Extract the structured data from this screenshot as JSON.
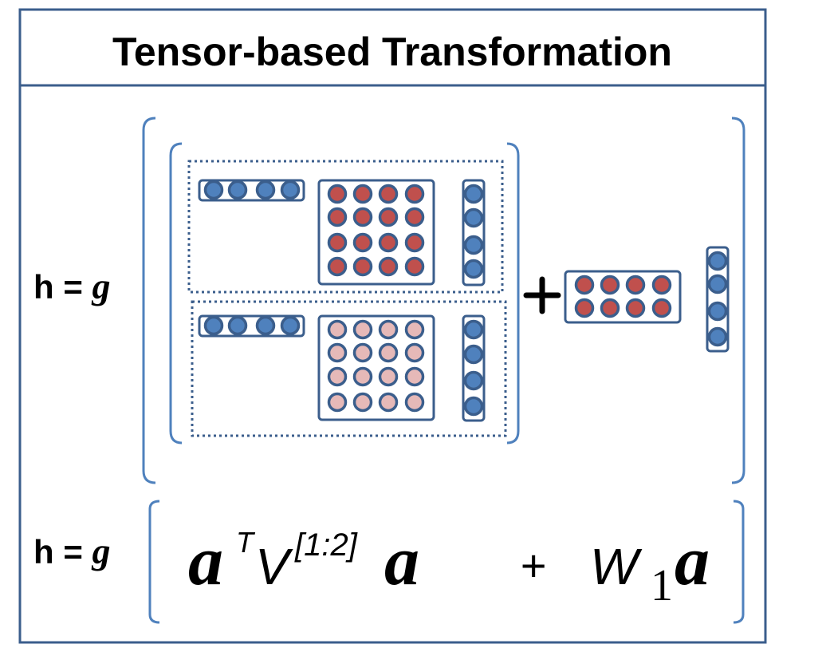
{
  "title": "Tensor-based Transformation",
  "equation_top": {
    "lhs": "h = ",
    "func": "g"
  },
  "equation_bottom": {
    "lhs": "h = ",
    "func": "g",
    "a1": "a",
    "transpose": "T",
    "V": "V",
    "V_sup": "[1:2]",
    "a2": "a",
    "plus": "+",
    "W": "W",
    "W_sub": "1",
    "a3": "a"
  },
  "colors": {
    "border": "#3b5e8c",
    "bracket": "#4f81bd",
    "vector_fill": "#4f81bd",
    "slice1_fill": "#c0504d",
    "slice2_fill": "#e6b9b8",
    "W_fill": "#c0504d"
  },
  "structure": {
    "vector_length": 4,
    "tensor_slices": 2,
    "slice_shape": [
      4,
      4
    ],
    "W_shape": [
      2,
      4
    ]
  }
}
